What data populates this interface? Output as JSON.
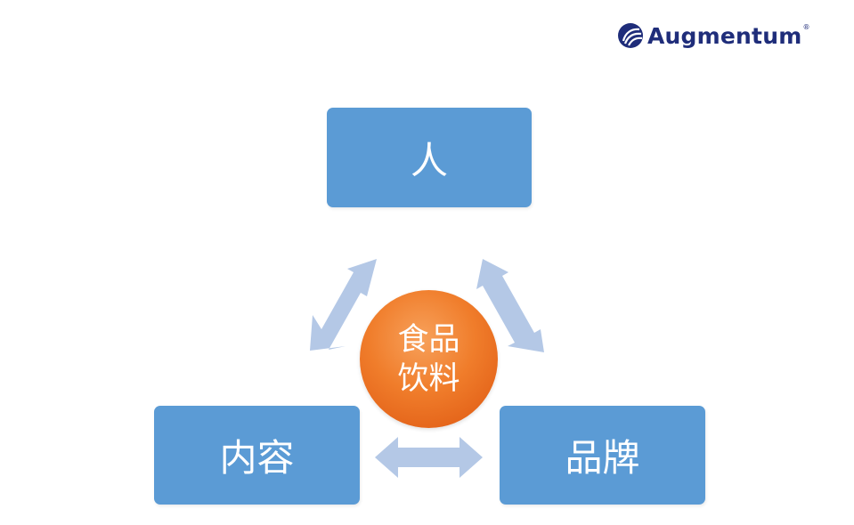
{
  "logo": {
    "text": "Augmentum",
    "registered": "®",
    "brand_color": "#1f2d7a"
  },
  "nodes": {
    "person": "人",
    "content": "内容",
    "brand": "品牌"
  },
  "center": {
    "line1": "食品",
    "line2": "饮料"
  },
  "colors": {
    "box": "#5b9bd5",
    "arrow": "#b4c8e6",
    "center": "#f07d2b"
  }
}
